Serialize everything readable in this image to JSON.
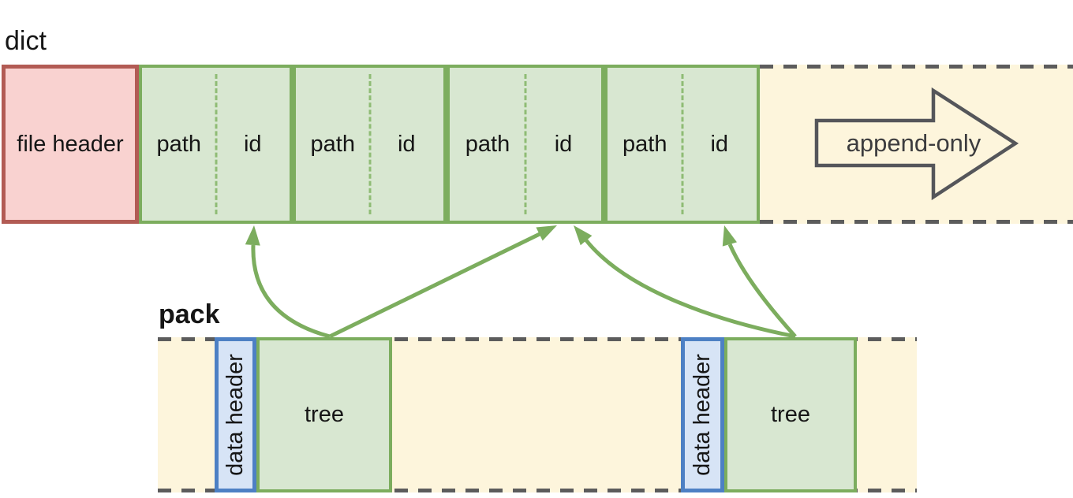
{
  "dict": {
    "label": "dict",
    "file_header_label": "file header",
    "entries": [
      {
        "path": "path",
        "id": "id"
      },
      {
        "path": "path",
        "id": "id"
      },
      {
        "path": "path",
        "id": "id"
      },
      {
        "path": "path",
        "id": "id"
      }
    ],
    "append_only_label": "append-only"
  },
  "pack": {
    "label": "pack",
    "groups": [
      {
        "data_header_label": "data header",
        "tree_label": "tree"
      },
      {
        "data_header_label": "data header",
        "tree_label": "tree"
      }
    ]
  },
  "colors": {
    "box_green_fill": "#d8e7d1",
    "box_green_border": "#7cad5e",
    "divider_green": "#8fbc75",
    "file_header_fill": "#f9d2d0",
    "file_header_border": "#b25b54",
    "data_header_fill": "#d7e4f6",
    "data_header_border": "#4d80c4",
    "region_fill": "#fdf5dc",
    "region_dash": "#5c5c5c",
    "arrow_green": "#7cad5e",
    "append_outline": "#55565a",
    "text": "#161616"
  }
}
